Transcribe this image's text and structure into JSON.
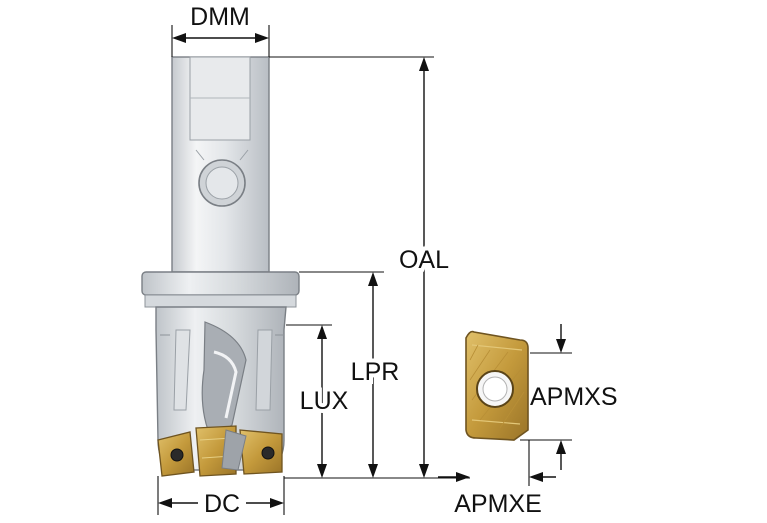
{
  "labels": {
    "dmm": "DMM",
    "oal": "OAL",
    "lpr": "LPR",
    "lux": "LUX",
    "dc": "DC",
    "apmxs": "APMXS",
    "apmxe": "APMXE"
  },
  "colors": {
    "steel_light": "#eef0f2",
    "steel_mid": "#c9cdd2",
    "steel_dark": "#8d9399",
    "insert_gold": "#c8a24a",
    "insert_dark": "#8a6a24",
    "line": "#111111"
  }
}
